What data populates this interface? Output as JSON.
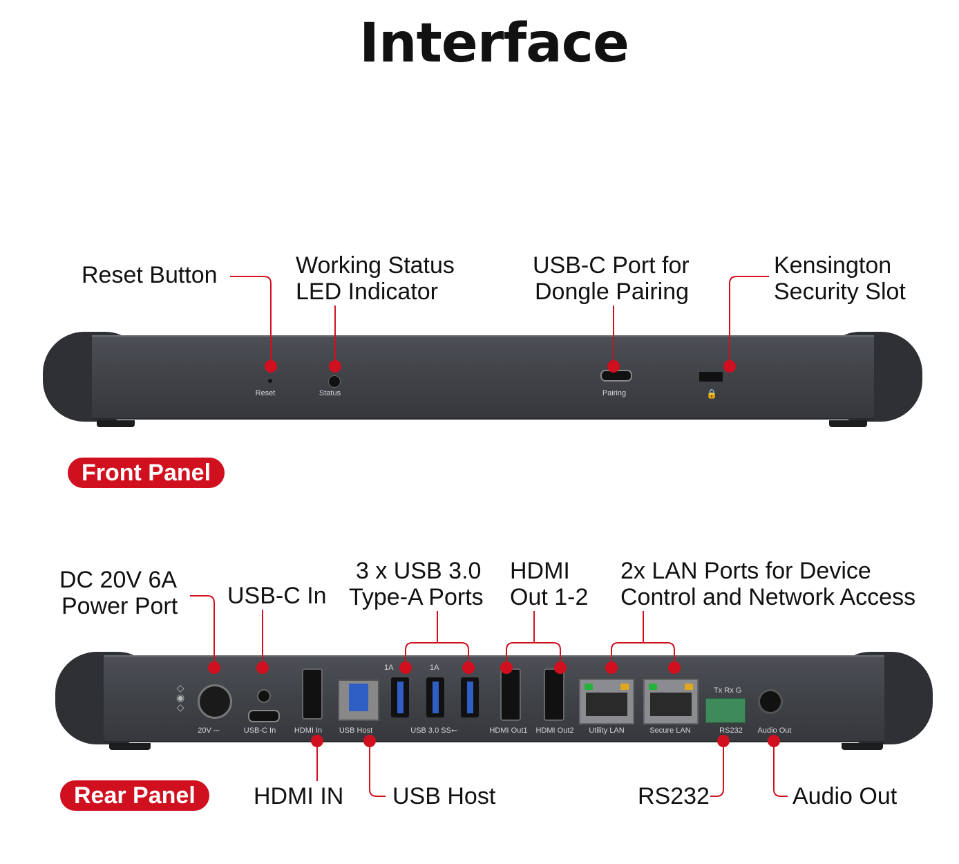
{
  "title": "Interface",
  "front": {
    "badge": "Front Panel",
    "callouts": [
      "Reset Button",
      "Working Status",
      "LED Indicator",
      "USB-C Port for",
      "Dongle Pairing",
      "Kensington",
      "Security Slot"
    ],
    "port_labels": [
      "Reset",
      "Status",
      "Pairing"
    ]
  },
  "rear": {
    "badge": "Rear Panel",
    "callouts": [
      "DC 20V 6A",
      "Power Port",
      "USB-C In",
      "3 x USB 3.0",
      "Type-A Ports",
      "HDMI",
      "Out 1-2",
      "2x LAN Ports for Device",
      "Control and Network Access",
      "HDMI IN",
      "USB Host",
      "RS232",
      "Audio Out"
    ],
    "port_labels": [
      "20V ⎓",
      "USB-C In",
      "HDMI In",
      "USB Host",
      "USB 3.0 SS⭠",
      "HDMI Out1",
      "HDMI Out2",
      "Utility LAN",
      "Secure LAN",
      "RS232",
      "Audio Out",
      "1A",
      "1A",
      "Tx  Rx  G"
    ]
  },
  "colors": {
    "accent": "#d0101e",
    "device": "#3f4247",
    "lan_green": "#22b33a",
    "lan_amber": "#e0a81a",
    "terminal": "#3f8a5a",
    "usb_blue": "#2f5fc4"
  }
}
